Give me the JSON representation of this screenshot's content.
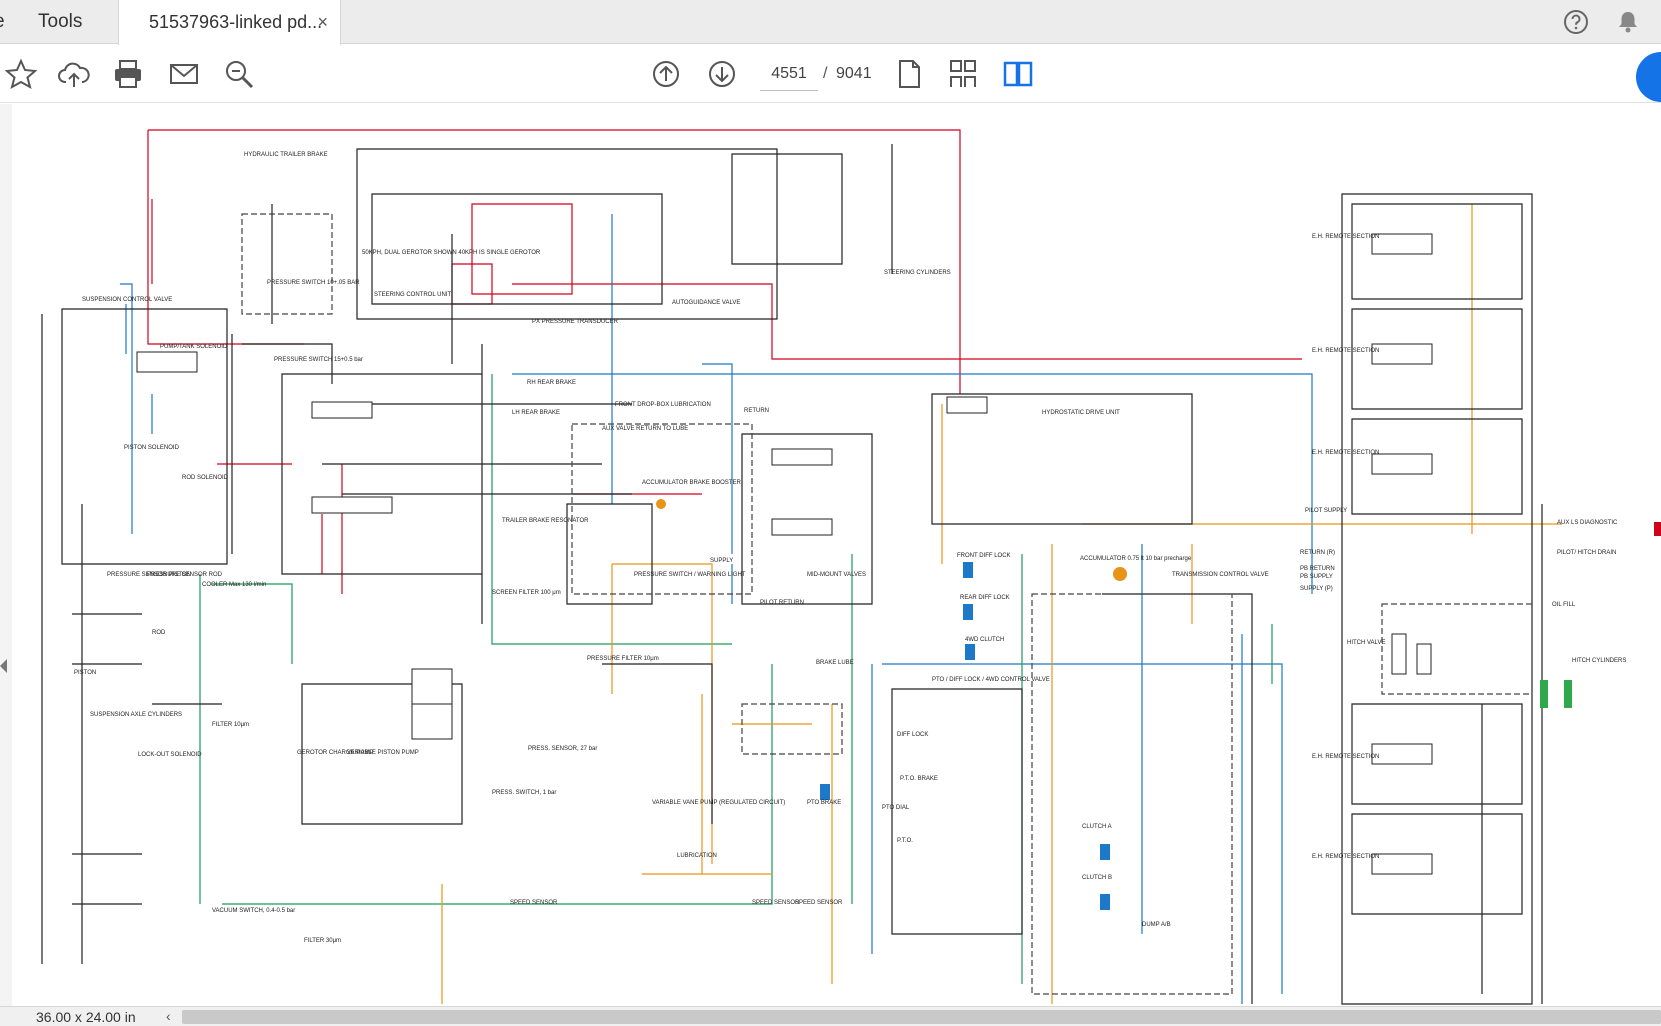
{
  "tabs": {
    "edge_label": "e",
    "tools_label": "Tools",
    "document_label": "51537963-linked pd...",
    "close_glyph": "×"
  },
  "toolbar": {
    "current_page": "4551",
    "separator": "/",
    "total_pages": "9041"
  },
  "statusbar": {
    "page_size": "36.00 x 24.00 in",
    "scroll_left_glyph": "‹"
  },
  "schematic": {
    "labels": {
      "hydraulic_trailer_brake": "HYDRAULIC TRAILER BRAKE",
      "pressure_switch_10": "PRESSURE SWITCH 10+.05 BAR",
      "gerotor_note": "50KPH, DUAL GEROTOR SHOWN 40KPH IS SINGLE GEROTOR",
      "steering_control_unit": "STEERING CONTROL UNIT",
      "autoguidance_valve": "AUTOGUIDANCE VALVE",
      "steering_cylinders": "STEERING CYLINDERS",
      "suspension_control_valve": "SUSPENSION CONTROL VALVE",
      "pump_tank_solenoid": "PUMP/TANK SOLENOID",
      "pressure_switch_15": "PRESSURE SWITCH 15+0.5 bar",
      "px_pressure_transducer": "PX PRESSURE TRANSDUCER",
      "rh_rear_brake": "RH REAR BRAKE",
      "lh_rear_brake": "LH REAR BRAKE",
      "front_drop_box": "FRONT DROP-BOX LUBRICATION",
      "aux_valve_return": "AUX VALVE RETURN TO LUBE",
      "return": "RETURN",
      "hydrostatic_drive_unit": "HYDROSTATIC DRIVE UNIT",
      "eh_remote_section": "E.H. REMOTE SECTION",
      "piston_solenoid": "PISTON SOLENOID",
      "rod_solenoid": "ROD SOLENOID",
      "accumulator_brake_booster": "ACCUMULATOR BRAKE BOOSTER",
      "trailer_brake_resonator": "TRAILER BRAKE RESONATOR",
      "mid_mount_valves": "MID-MOUNT VALVES",
      "pilot_supply": "PILOT SUPPLY",
      "aux_ls_diagnostic": "AUX LS DIAGNOSTIC",
      "pilot_hitch_drain": "PILOT/ HITCH DRAIN",
      "pressure_sensor_piston": "PRESSURE SENSOR PISTON",
      "pressure_sensor_rod": "PRESSURE SENSOR ROD",
      "cooler": "COOLER Max 130 l/min",
      "screen_filter": "SCREEN FILTER 100 μm",
      "pressure_switch_warning": "PRESSURE SWITCH / WARNING LIGHT",
      "pilot_return": "PILOT RETURN",
      "front_diff_lock": "FRONT DIFF LOCK",
      "rear_diff_lock": "REAR DIFF LOCK",
      "fwd_clutch": "4WD CLUTCH",
      "accumulator": "ACCUMULATOR 0.75 lt 10 bar precharge",
      "transmission_control_valve": "TRANSMISSION CONTROL VALVE",
      "oil_fill": "OIL FILL",
      "hitch_valve": "HITCH VALVE",
      "hitch_cylinders": "HITCH CYLINDERS",
      "rod": "ROD",
      "piston": "PISTON",
      "suspension_axle_cylinders": "SUSPENSION AXLE CYLINDERS",
      "filter_10": "FILTER 10μm",
      "pressure_filter": "PRESSURE FILTER 10μm",
      "brake_lube": "BRAKE LUBE",
      "pto_diff_lock": "PTO / DIFF LOCK / 4WD CONTROL VALVE",
      "lock_out_solenoid": "LOCK-OUT SOLENOID",
      "gerotor_charge_pump": "GEROTOR CHARGE PUMP",
      "variable_piston_pump": "VARIABLE PISTON PUMP",
      "press_sensor_27": "PRESS. SENSOR, 27 bar",
      "press_switch_1": "PRESS. SWITCH, 1 bar",
      "variable_vane_pump": "VARIABLE VANE PUMP (REGULATED CIRCUIT)",
      "pto_brake": "PTO BRAKE",
      "pto_dial": "PTO DIAL",
      "lubrication": "LUBRICATION",
      "speed_sensor": "SPEED SENSOR",
      "vacuum_switch": "VACUUM SWITCH, 0.4-0.5 bar",
      "filter_30": "FILTER 30μm",
      "clutch_a": "CLUTCH A",
      "clutch_b": "CLUTCH B",
      "dump_a_b": "DUMP A/B",
      "supply": "SUPPLY",
      "return_r": "RETURN (R)",
      "pb_return": "PB RETURN",
      "pb_supply": "PB SUPPLY",
      "supply_p": "SUPPLY (P)",
      "diff_lock": "DIFF LOCK",
      "pto_short": "P.T.O.",
      "pto_brake_short": "P.T.O. BRAKE"
    }
  }
}
